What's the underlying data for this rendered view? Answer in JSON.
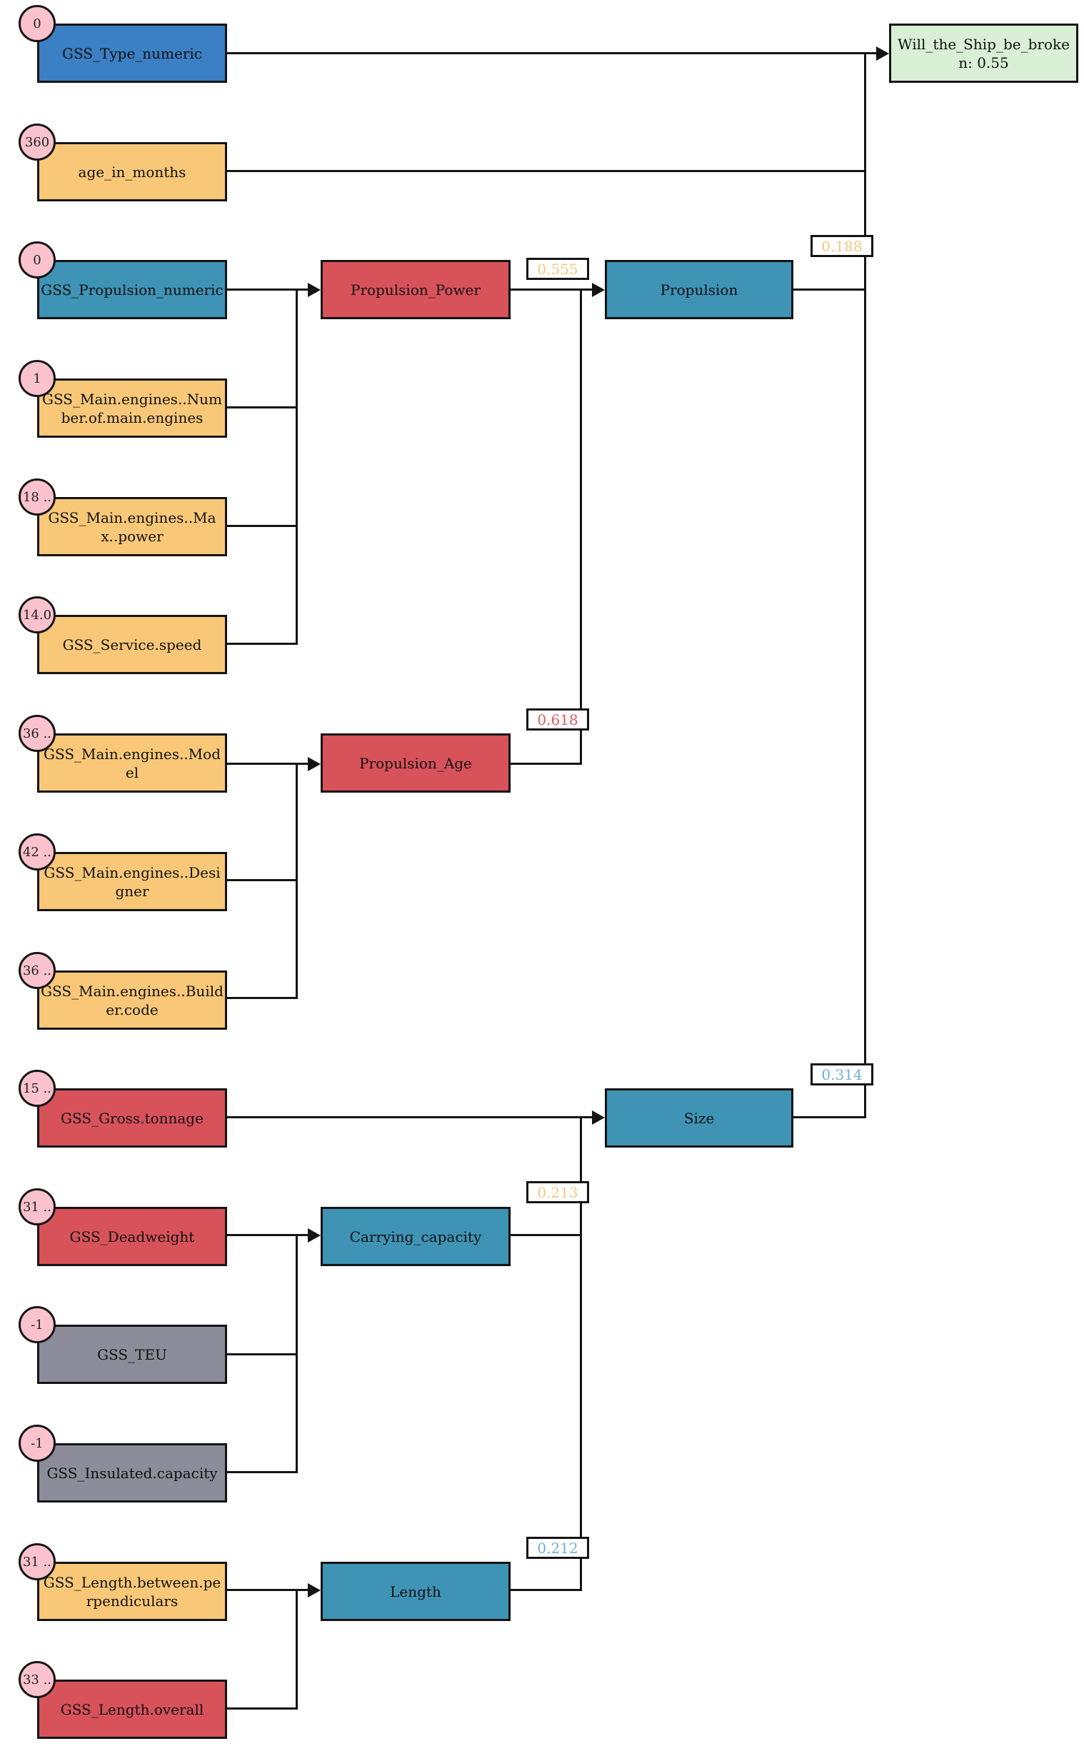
{
  "figure": {
    "type": "causal-factor-graph",
    "target_node": "Will_the_Ship_be_broken: 0.55"
  },
  "palette": {
    "blue": "#3b7fc4",
    "teal": "#3f93b5",
    "yellow": "#f8c878",
    "red": "#d8525a",
    "gray": "#8c8c9a",
    "green": "#d9efd6",
    "pink_badge": "#f9c2cd",
    "edge_label_orange": "#f4c781",
    "edge_label_red": "#e25a5e",
    "edge_label_blue": "#70b0d8",
    "line_black": "#141414",
    "shadow_gray": "#a6a6a6"
  },
  "nodes": {
    "inputs": [
      {
        "label": "GSS_Type_numeric",
        "badge": "0",
        "color": "blue"
      },
      {
        "label": "age_in_months",
        "badge": "360",
        "color": "yellow"
      },
      {
        "label": "GSS_Propulsion_numeric",
        "badge": "0",
        "color": "teal"
      },
      {
        "label": "GSS_Main.engines..Number.of.main.engines",
        "badge": "1",
        "color": "yellow"
      },
      {
        "label": "GSS_Main.engines..Max..power",
        "badge": "18 ..",
        "color": "yellow"
      },
      {
        "label": "GSS_Service.speed",
        "badge": "14.0",
        "color": "yellow"
      },
      {
        "label": "GSS_Main.engines..Model",
        "badge": "36 ..",
        "color": "yellow"
      },
      {
        "label": "GSS_Main.engines..Designer",
        "badge": "42 ..",
        "color": "yellow"
      },
      {
        "label": "GSS_Main.engines..Builder.code",
        "badge": "36 ..",
        "color": "yellow"
      },
      {
        "label": "GSS_Gross.tonnage",
        "badge": "15 ..",
        "color": "red"
      },
      {
        "label": "GSS_Deadweight",
        "badge": "31 ..",
        "color": "red"
      },
      {
        "label": "GSS_TEU",
        "badge": "-1",
        "color": "gray"
      },
      {
        "label": "GSS_Insulated.capacity",
        "badge": "-1",
        "color": "gray"
      },
      {
        "label": "GSS_Length.between.perpendiculars",
        "badge": "31 ..",
        "color": "yellow"
      },
      {
        "label": "GSS_Length.overall",
        "badge": "33 ..",
        "color": "red"
      }
    ],
    "derived": [
      {
        "label": "Propulsion_Power",
        "color": "red"
      },
      {
        "label": "Propulsion_Age",
        "color": "red"
      },
      {
        "label": "Carrying_capacity",
        "color": "teal"
      },
      {
        "label": "Length",
        "color": "teal"
      },
      {
        "label": "Propulsion",
        "color": "teal"
      },
      {
        "label": "Size",
        "color": "teal"
      }
    ],
    "target": {
      "label": "Will_the_Ship_be_broken: 0.55",
      "color": "green"
    }
  },
  "edge_labels": [
    {
      "value": "0.555",
      "edge": "Propulsion_Power -> Propulsion",
      "color": "orange"
    },
    {
      "value": "0.618",
      "edge": "Propulsion_Age -> Propulsion",
      "color": "red"
    },
    {
      "value": "0.188",
      "edge": "Propulsion -> Will_the_Ship_be_broken",
      "color": "orange"
    },
    {
      "value": "0.213",
      "edge": "Carrying_capacity -> Size",
      "color": "orange"
    },
    {
      "value": "0.212",
      "edge": "Length -> Size",
      "color": "blue"
    },
    {
      "value": "0.314",
      "edge": "Size -> Will_the_Ship_be_broken",
      "color": "blue"
    }
  ]
}
